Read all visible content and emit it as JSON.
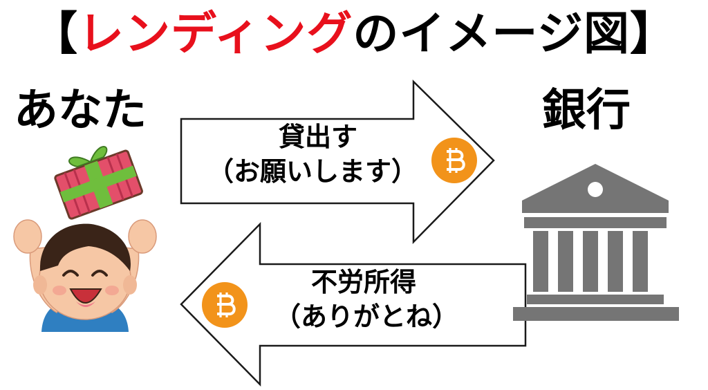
{
  "title": {
    "bracket_open": "【",
    "highlight": "レンディング",
    "rest": "のイメージ図",
    "bracket_close": "】"
  },
  "parties": {
    "you": "あなた",
    "bank": "銀行"
  },
  "arrows": {
    "to_bank": {
      "line1": "貸出す",
      "line2": "（お願いします）"
    },
    "to_you": {
      "line1": "不労所得",
      "line2": "（ありがとね）"
    }
  },
  "colors": {
    "highlight": "#e8101c",
    "bitcoin": "#f2931a",
    "bank": "#757575"
  },
  "icons": {
    "coin": "bitcoin-icon",
    "bank": "bank-icon",
    "gift": "gift-icon",
    "person": "person-icon"
  }
}
